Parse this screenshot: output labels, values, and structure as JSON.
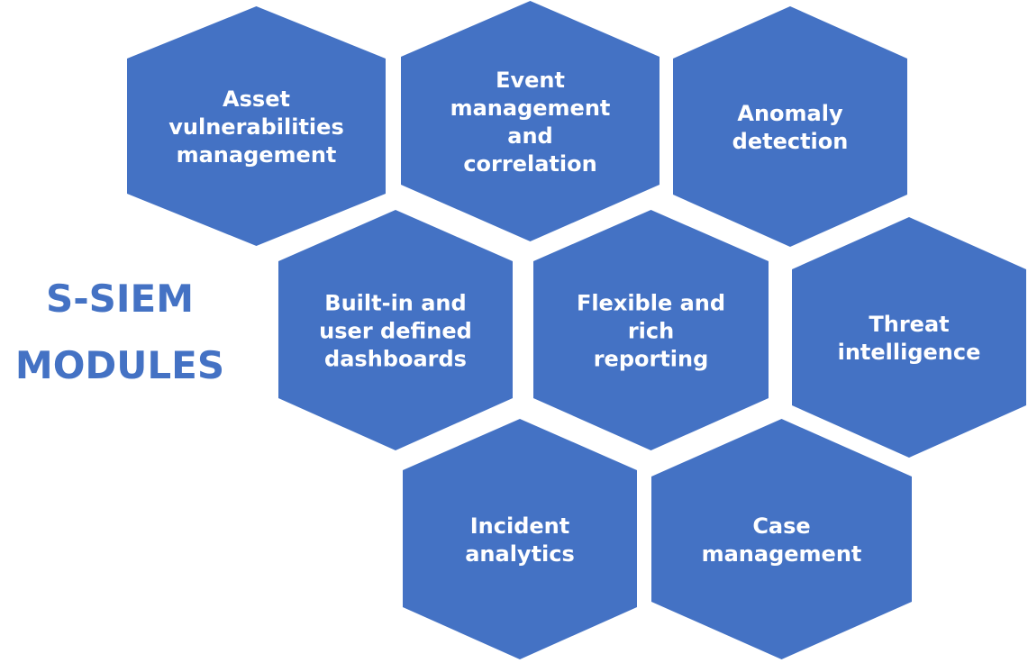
{
  "title": {
    "lines": [
      "S-SIEM",
      "MODULES"
    ]
  },
  "colors": {
    "hexagon_fill": "#4472C4",
    "hexagon_text": "#FFFFFF",
    "title": "#4472C4",
    "background": "#FFFFFF"
  },
  "modules": [
    {
      "id": "asset-vulnerabilities-management",
      "lines": [
        "Asset",
        "vulnerabilities",
        "management"
      ]
    },
    {
      "id": "event-management-and-correlation",
      "lines": [
        "Event",
        "management",
        "and",
        "correlation"
      ]
    },
    {
      "id": "anomaly-detection",
      "lines": [
        "Anomaly",
        "detection"
      ]
    },
    {
      "id": "built-in-and-user-defined-dashboards",
      "lines": [
        "Built-in and",
        "user defined",
        "dashboards"
      ]
    },
    {
      "id": "flexible-and-rich-reporting",
      "lines": [
        "Flexible and",
        "rich",
        "reporting"
      ]
    },
    {
      "id": "threat-intelligence",
      "lines": [
        "Threat",
        "intelligence"
      ]
    },
    {
      "id": "incident-analytics",
      "lines": [
        "Incident",
        "analytics"
      ]
    },
    {
      "id": "case-management",
      "lines": [
        "Case",
        "management"
      ]
    }
  ]
}
